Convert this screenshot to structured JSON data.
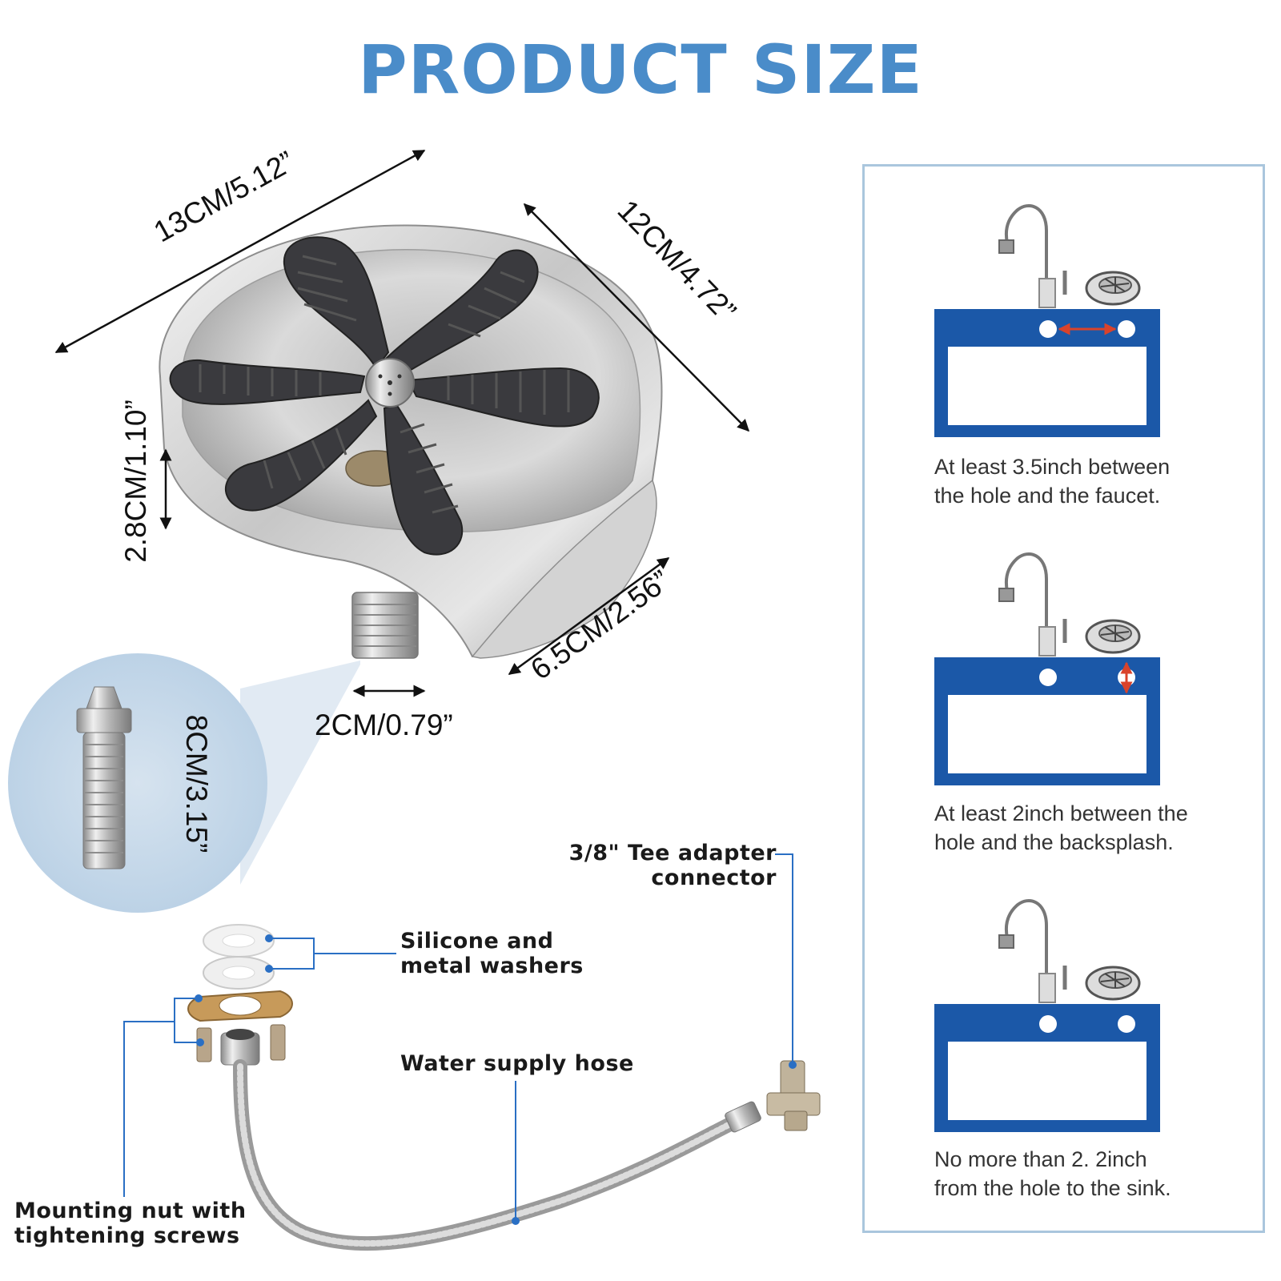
{
  "title": "PRODUCT SIZE",
  "dimensions": {
    "diameter": "13CM/5.12”",
    "width": "12CM/4.72”",
    "height": "2.8CM/1.10”",
    "spout": "6.5CM/2.56”",
    "inlet": "2CM/0.79”",
    "rod": "8CM/3.15”"
  },
  "parts": {
    "tee": "3/8\" Tee adapter connector",
    "tee_line1": "3/8\" Tee adapter",
    "tee_line2": "connector",
    "washers_line1": "Silicone and",
    "washers_line2": "metal washers",
    "hose": "Water supply hose",
    "nut_line1": "Mounting nut with",
    "nut_line2": "tightening screws"
  },
  "install_notes": [
    {
      "line1": "At least 3.5inch between",
      "line2": "the hole and the faucet."
    },
    {
      "line1": "At least 2inch between  the",
      "line2": "hole and the backsplash."
    },
    {
      "line1": "No more  than  2. 2inch",
      "line2": "from  the  hole  to  the  sink."
    }
  ],
  "colors": {
    "title": "#4a8cc9",
    "sink_blue": "#1b58a8",
    "callout_blue": "#2a6fc4",
    "panel_border": "#aac6dd",
    "arrow_red": "#d9432b"
  },
  "icons": [
    "faucet-icon",
    "rinser-icon",
    "sink-icon",
    "dimension-arrow-icon"
  ]
}
